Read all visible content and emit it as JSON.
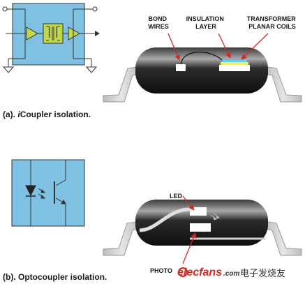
{
  "icoupler": {
    "callouts": {
      "bond": [
        "BOND",
        "WIRES"
      ],
      "insulation": [
        "INSULATION",
        "LAYER"
      ],
      "transformer": [
        "TRANSFORMER",
        "PLANAR COILS"
      ]
    },
    "caption": {
      "prefix": "(a). ",
      "italic": "i",
      "rest": "Coupler isolation."
    }
  },
  "optocoupler": {
    "callouts": {
      "led": "LED",
      "photo": "PHOTO"
    },
    "caption": "(b). Optocoupler isolation."
  },
  "watermark": {
    "text": "elecfans",
    "suffix": ".com",
    "chinese": "电子发烧友"
  },
  "colors": {
    "panel_blue": "#7fc1e3",
    "block_green": "#c2d84a",
    "package_black": "#1c1c1c",
    "lead_gray": "#cfcfcf",
    "coil_cyan": "#60d0f0",
    "coil_yellow": "#f2ec6a",
    "watermark_red": "#d42a25"
  }
}
